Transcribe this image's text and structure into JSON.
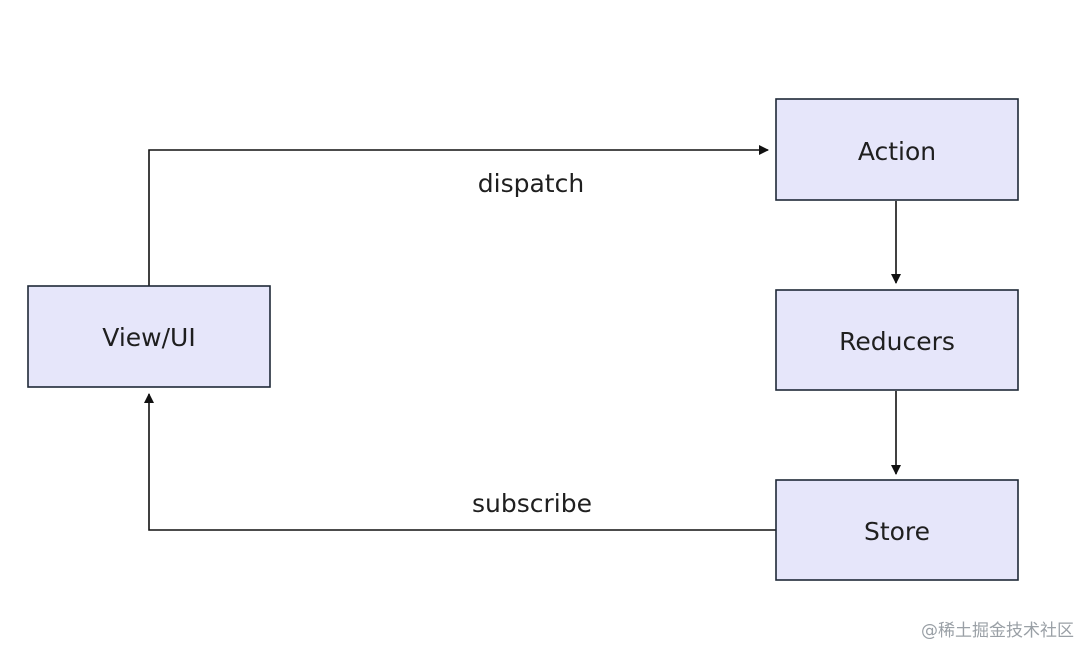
{
  "diagram": {
    "nodes": {
      "view": {
        "label": "View/UI"
      },
      "action": {
        "label": "Action"
      },
      "reducers": {
        "label": "Reducers"
      },
      "store": {
        "label": "Store"
      }
    },
    "edges": {
      "dispatch": {
        "label": "dispatch"
      },
      "subscribe": {
        "label": "subscribe"
      }
    }
  },
  "colors": {
    "node_fill": "#e6e6fa",
    "node_border": "#1f2937",
    "edge": "#111111"
  },
  "watermark": "@稀土掘金技术社区"
}
